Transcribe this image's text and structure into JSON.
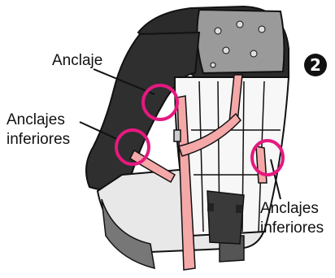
{
  "figure": {
    "step_number": "2",
    "labels": {
      "anchor": "Anclaje",
      "lower_anchors_left_1": "Anclajes",
      "lower_anchors_left_2": "inferiores",
      "lower_anchors_right_1": "Anclajes",
      "lower_anchors_right_2": "inferiores"
    },
    "colors": {
      "highlight_circle": "#e5197f",
      "strap": "#f4a8a8",
      "seat_dark": "#2b2b2b",
      "seat_gray": "#8a8a8a",
      "outline": "#111111"
    }
  }
}
